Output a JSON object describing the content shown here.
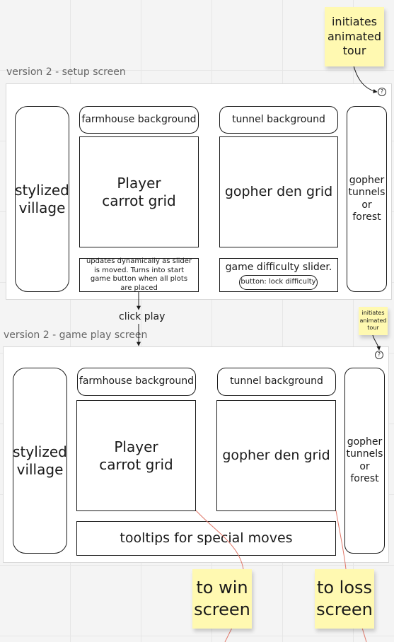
{
  "setup": {
    "title": "version 2 - setup screen",
    "village": "stylized village",
    "farmhouse_bg": "farmhouse background",
    "carrot_grid": "Player carrot grid",
    "updates_note": "updates dynamically as slider is moved. Turns into start game button when all plots are placed",
    "tunnel_bg": "tunnel background",
    "gopher_grid": "gopher den grid",
    "difficulty_slider": "game difficulty slider.",
    "lock_button": "button: lock difficulty",
    "gopher_tunnels": "gopher tunnels or forest",
    "help": "?"
  },
  "click_play": "click play",
  "gameplay": {
    "title": "version 2 - game play screen",
    "village": "stylized village",
    "farmhouse_bg": "farmhouse background",
    "carrot_grid": "Player carrot grid",
    "tunnel_bg": "tunnel background",
    "gopher_grid": "gopher den grid",
    "tooltips": "tooltips for special moves",
    "gopher_tunnels": "gopher tunnels or forest",
    "help": "?"
  },
  "stickies": {
    "tour_large": "initiates animated tour",
    "tour_small": "initiates animated tour",
    "win": "to win screen",
    "loss": "to loss screen"
  },
  "colors": {
    "sticky": "#fff9b1",
    "connector_red": "#e0786a"
  }
}
